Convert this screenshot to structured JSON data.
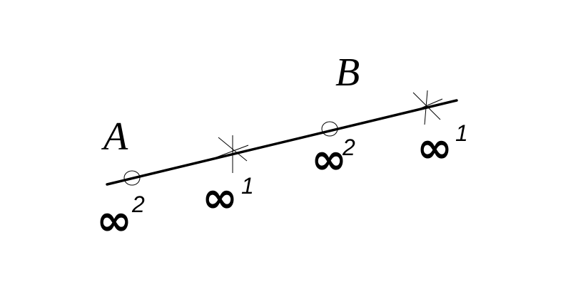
{
  "diagram": {
    "line_color": "#000000",
    "labels": {
      "point_a": "A",
      "point_b": "B"
    },
    "markers": [
      {
        "kind": "circle",
        "infinity_symbol": "∞",
        "exponent": "2"
      },
      {
        "kind": "cross",
        "infinity_symbol": "∞",
        "exponent": "1"
      },
      {
        "kind": "circle",
        "infinity_symbol": "∞",
        "exponent": "2"
      },
      {
        "kind": "cross",
        "infinity_symbol": "∞",
        "exponent": "1"
      }
    ]
  }
}
